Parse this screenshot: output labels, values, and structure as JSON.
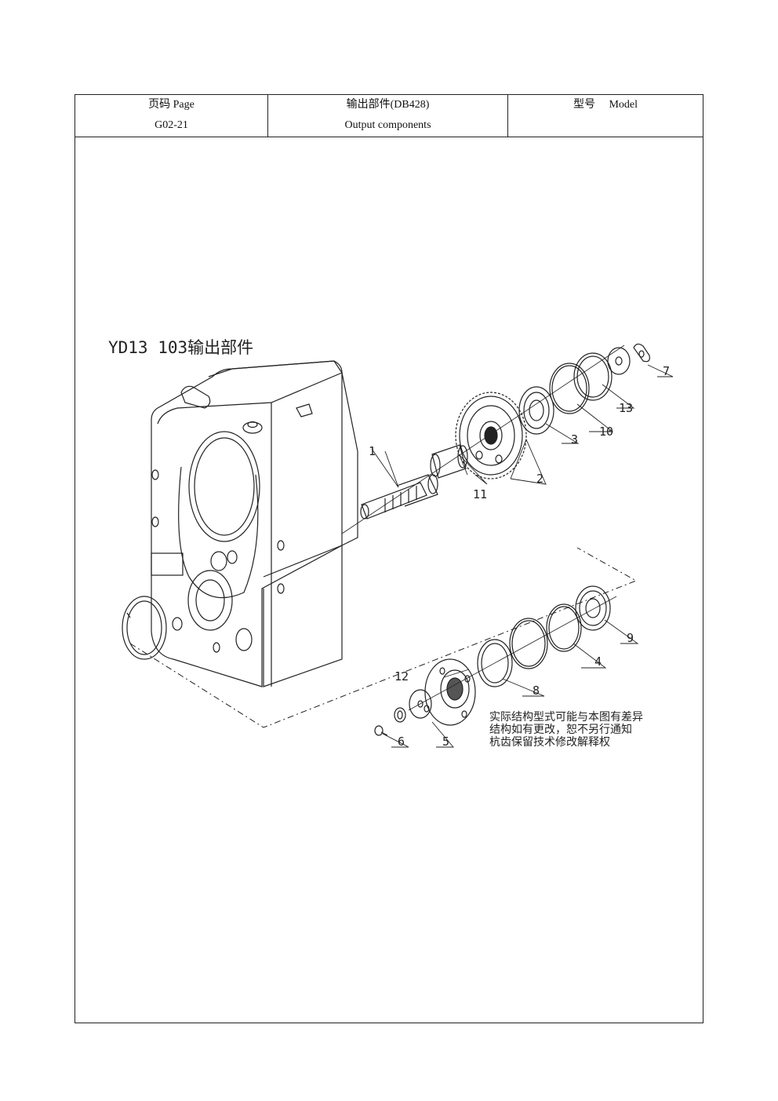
{
  "header": {
    "page_label": "页码 Page",
    "page_code": "G02-21",
    "section_title": "输出部件(DB428)",
    "section_subtitle": "Output components",
    "model_label": "型号",
    "model_label_en": "Model"
  },
  "drawing": {
    "title": "YD13 103输出部件",
    "callouts": [
      "1",
      "2",
      "3",
      "4",
      "5",
      "6",
      "7",
      "8",
      "9",
      "10",
      "11",
      "12",
      "13"
    ],
    "note_lines": [
      "实际结构型式可能与本图有差异",
      "结构如有更改，恕不另行通知",
      "杭齿保留技术修改解释权"
    ]
  }
}
